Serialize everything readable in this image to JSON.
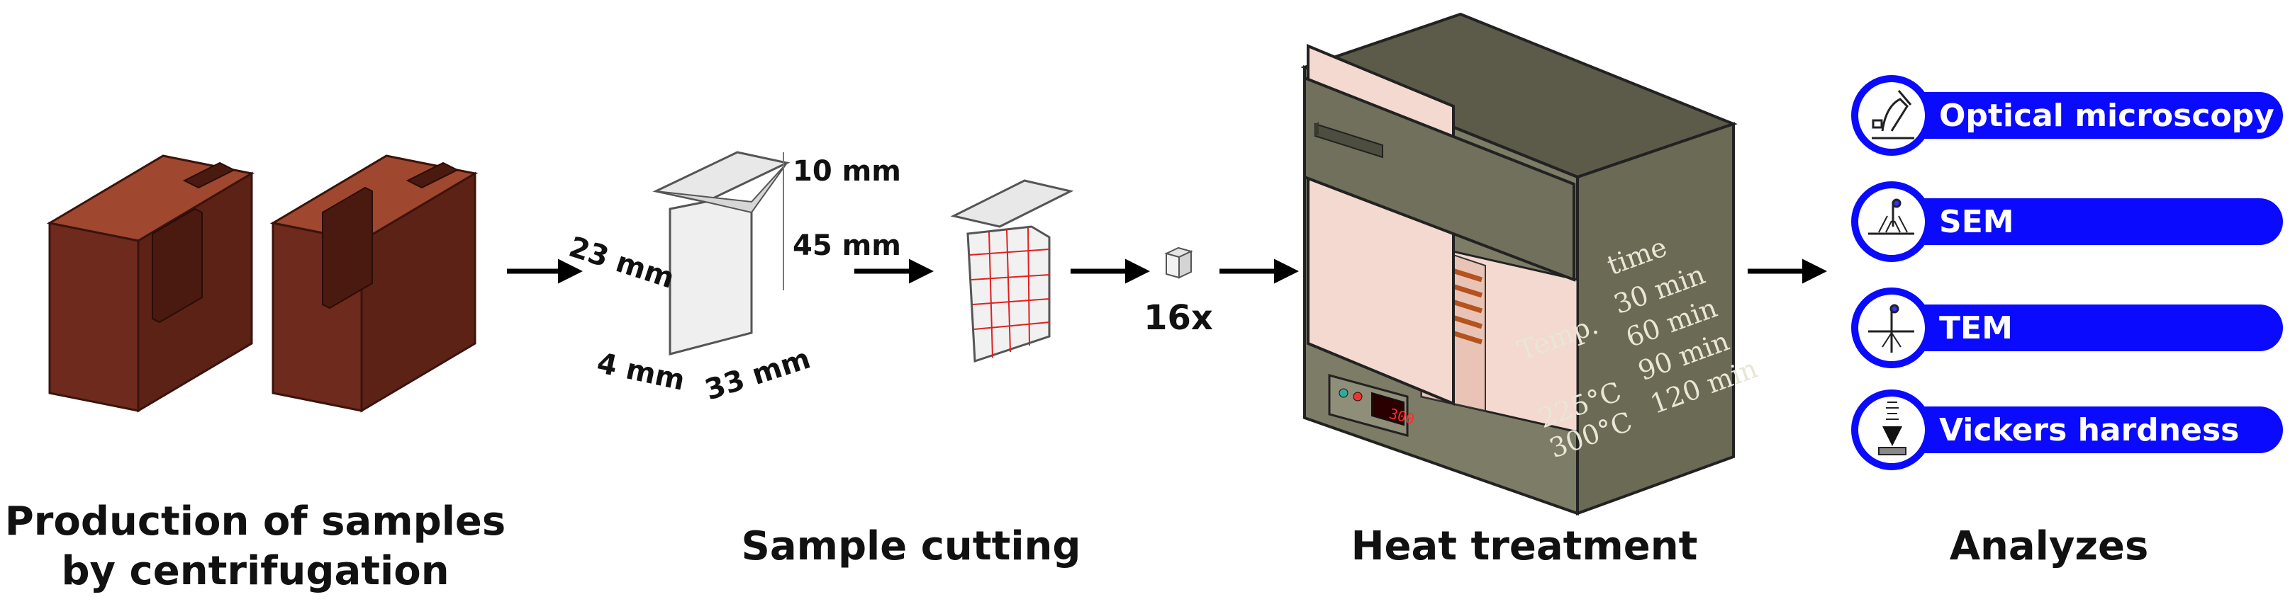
{
  "stages": {
    "production": {
      "label_line1": "Production of samples",
      "label_line2": "by centrifugation"
    },
    "cutting": {
      "label": "Sample cutting"
    },
    "heat": {
      "label": "Heat treatment"
    },
    "analyzes": {
      "label": "Analyzes"
    }
  },
  "dimensions": {
    "d10": "10 mm",
    "d45": "45 mm",
    "d23": "23 mm",
    "d4": "4 mm",
    "d33": "33 mm"
  },
  "count": "16x",
  "oven": {
    "col_temp": "Temp.",
    "col_time": "time",
    "temps": [
      "225°C",
      "300°C"
    ],
    "times": [
      "30 min",
      "60 min",
      "90 min",
      "120 min"
    ],
    "display": "300"
  },
  "analyses": [
    {
      "label": "Optical microscopy",
      "icon": "microscope-icon"
    },
    {
      "label": "SEM",
      "icon": "sem-icon"
    },
    {
      "label": "TEM",
      "icon": "tem-icon"
    },
    {
      "label": "Vickers hardness",
      "icon": "indenter-icon"
    }
  ],
  "colors": {
    "mold": "#7a2e1f",
    "oven": "#6b6a55",
    "pill": "#0a0aff"
  }
}
